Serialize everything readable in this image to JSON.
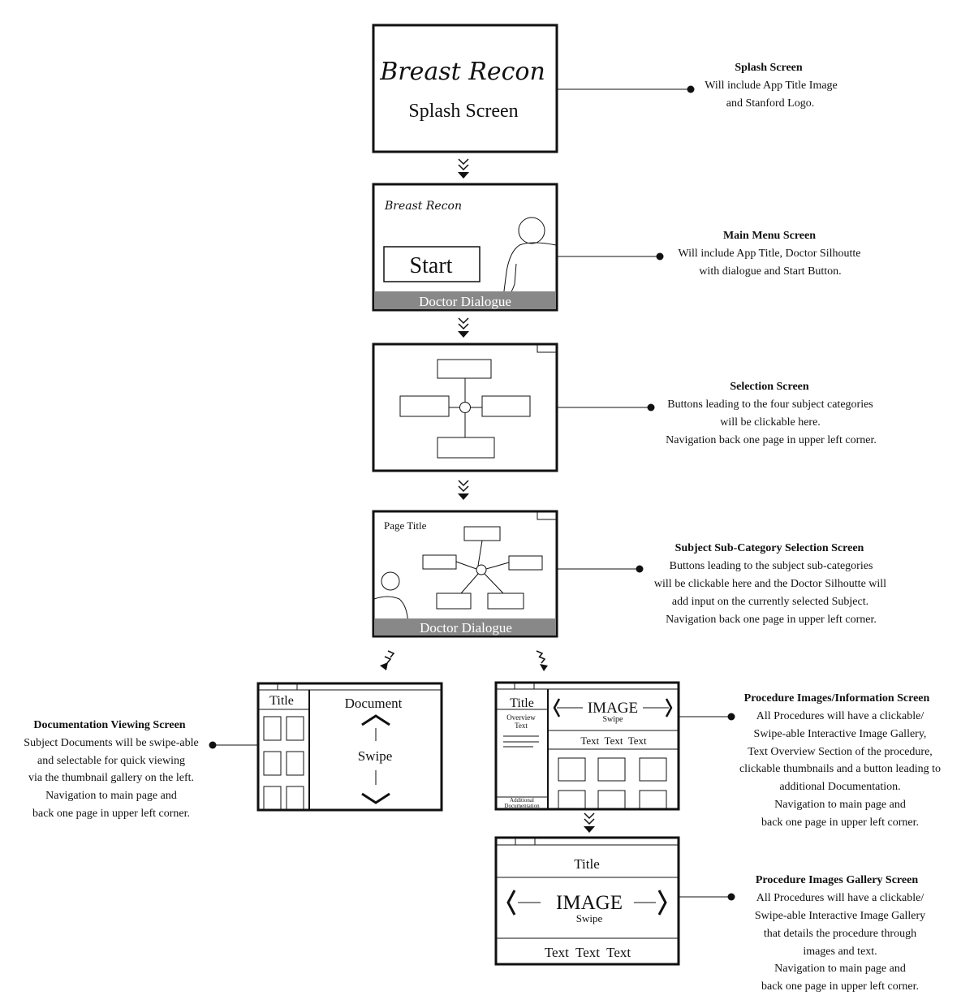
{
  "screens": {
    "splash": {
      "app_title": "Breast Recon",
      "label": "Splash Screen"
    },
    "main_menu": {
      "app_title": "Breast Recon",
      "start_label": "Start",
      "dialogue_label": "Doctor Dialogue"
    },
    "subcategory": {
      "page_title": "Page Title",
      "dialogue_label": "Doctor Dialogue"
    },
    "documentation": {
      "title": "Title",
      "document_label": "Document",
      "swipe_label": "Swipe"
    },
    "procedure": {
      "title": "Title",
      "overview_text": [
        "Overview",
        "Text"
      ],
      "image_label": "IMAGE",
      "swipe_label": "Swipe",
      "text_row": "Text  Text  Text",
      "additional_doc": [
        "Additional",
        "Documentation"
      ]
    },
    "gallery": {
      "title": "Title",
      "image_label": "IMAGE",
      "swipe_label": "Swipe",
      "text_row": "Text  Text  Text"
    }
  },
  "notes": {
    "splash": {
      "title": "Splash Screen",
      "lines": [
        "Will include App Title Image",
        "and Stanford Logo."
      ]
    },
    "main_menu": {
      "title": "Main Menu Screen",
      "lines": [
        "Will include App Title, Doctor Silhoutte",
        "with dialogue and Start Button."
      ]
    },
    "selection": {
      "title": "Selection Screen",
      "lines": [
        "Buttons leading to the four subject categories",
        "will be clickable here.",
        "Navigation back one page in upper left corner."
      ]
    },
    "subcategory": {
      "title": "Subject Sub-Category Selection Screen",
      "lines": [
        "Buttons leading to the subject sub-categories",
        "will be clickable here and the Doctor Silhoutte will",
        "add input on the currently selected Subject.",
        "Navigation back one page in upper left corner."
      ]
    },
    "documentation": {
      "title": "Documentation Viewing Screen",
      "lines": [
        "Subject Documents will be swipe-able",
        "and selectable for quick viewing",
        "via the thumbnail gallery on the left.",
        "Navigation to main page and",
        "back one page in upper left corner."
      ]
    },
    "procedure": {
      "title": "Procedure Images/Information Screen",
      "lines": [
        "All Procedures will have a clickable/",
        "Swipe-able Interactive Image Gallery,",
        "Text Overview Section of the procedure,",
        "clickable thumbnails and a button leading to",
        "additional Documentation.",
        "Navigation to main page and",
        "back one page in upper left corner."
      ]
    },
    "gallery": {
      "title": "Procedure Images Gallery Screen",
      "lines": [
        "All Procedures will have a clickable/",
        "Swipe-able Interactive Image Gallery",
        "that details the procedure through",
        "images and text.",
        "Navigation to main page and",
        "back one page in upper left corner."
      ]
    }
  }
}
